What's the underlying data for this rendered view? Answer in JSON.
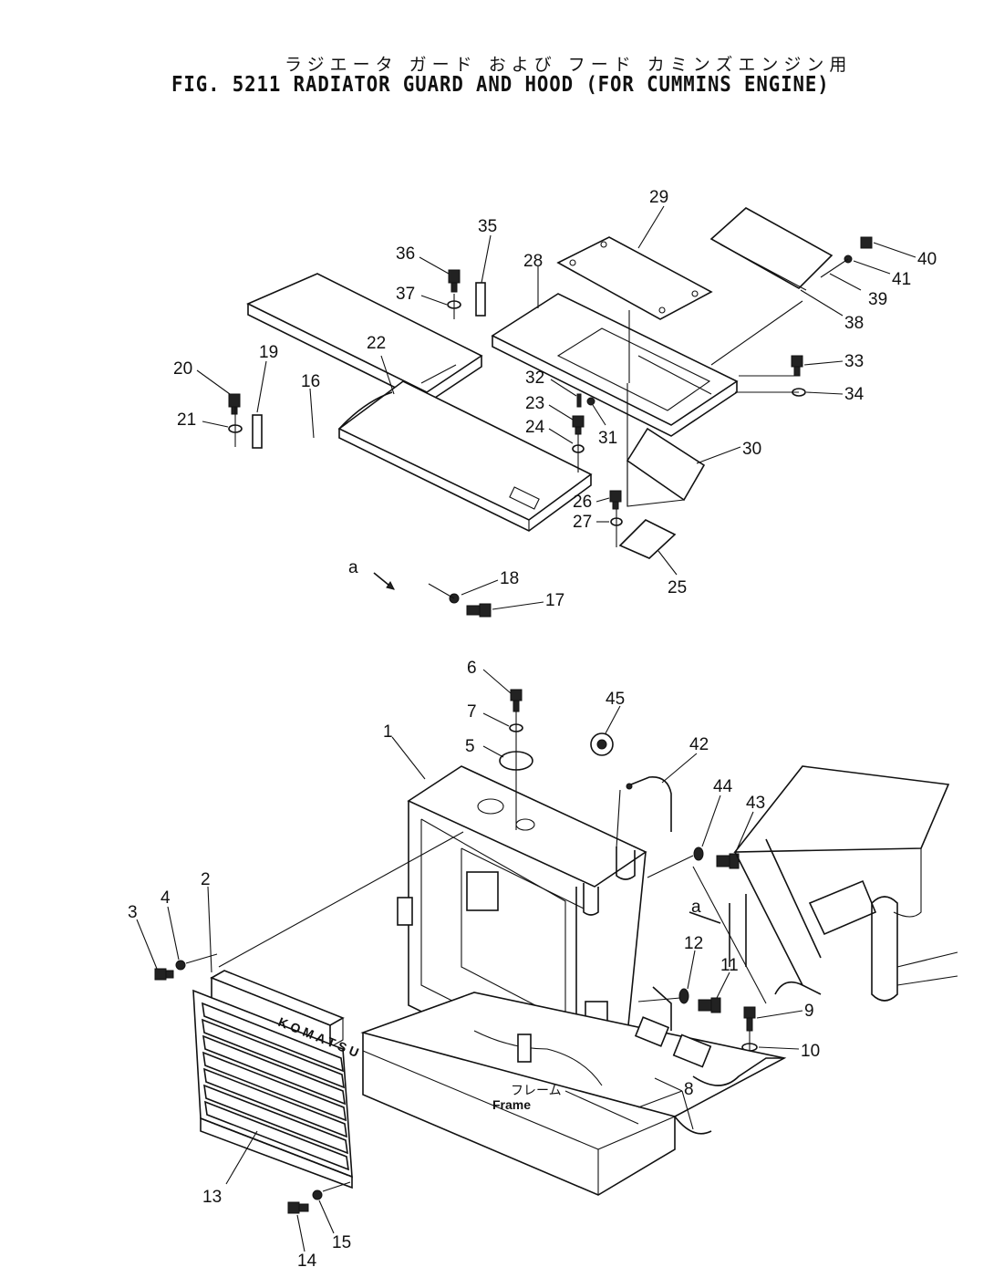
{
  "title": {
    "japanese": "ラジエータ ガード および フード カミンズエンジン用",
    "english": "FIG. 5211 RADIATOR GUARD AND HOOD (FOR CUMMINS ENGINE)"
  },
  "labels": {
    "brand": "KOMATSU",
    "frame_jp": "フレーム",
    "frame_en": "Frame",
    "view_a_top": "a",
    "view_a_bottom": "a"
  },
  "callouts": [
    "1",
    "2",
    "3",
    "4",
    "5",
    "6",
    "7",
    "8",
    "9",
    "10",
    "11",
    "12",
    "13",
    "14",
    "15",
    "16",
    "17",
    "18",
    "19",
    "20",
    "21",
    "22",
    "23",
    "24",
    "25",
    "26",
    "27",
    "28",
    "29",
    "30",
    "31",
    "32",
    "33",
    "34",
    "35",
    "36",
    "37",
    "38",
    "39",
    "40",
    "41",
    "42",
    "43",
    "44",
    "45"
  ]
}
